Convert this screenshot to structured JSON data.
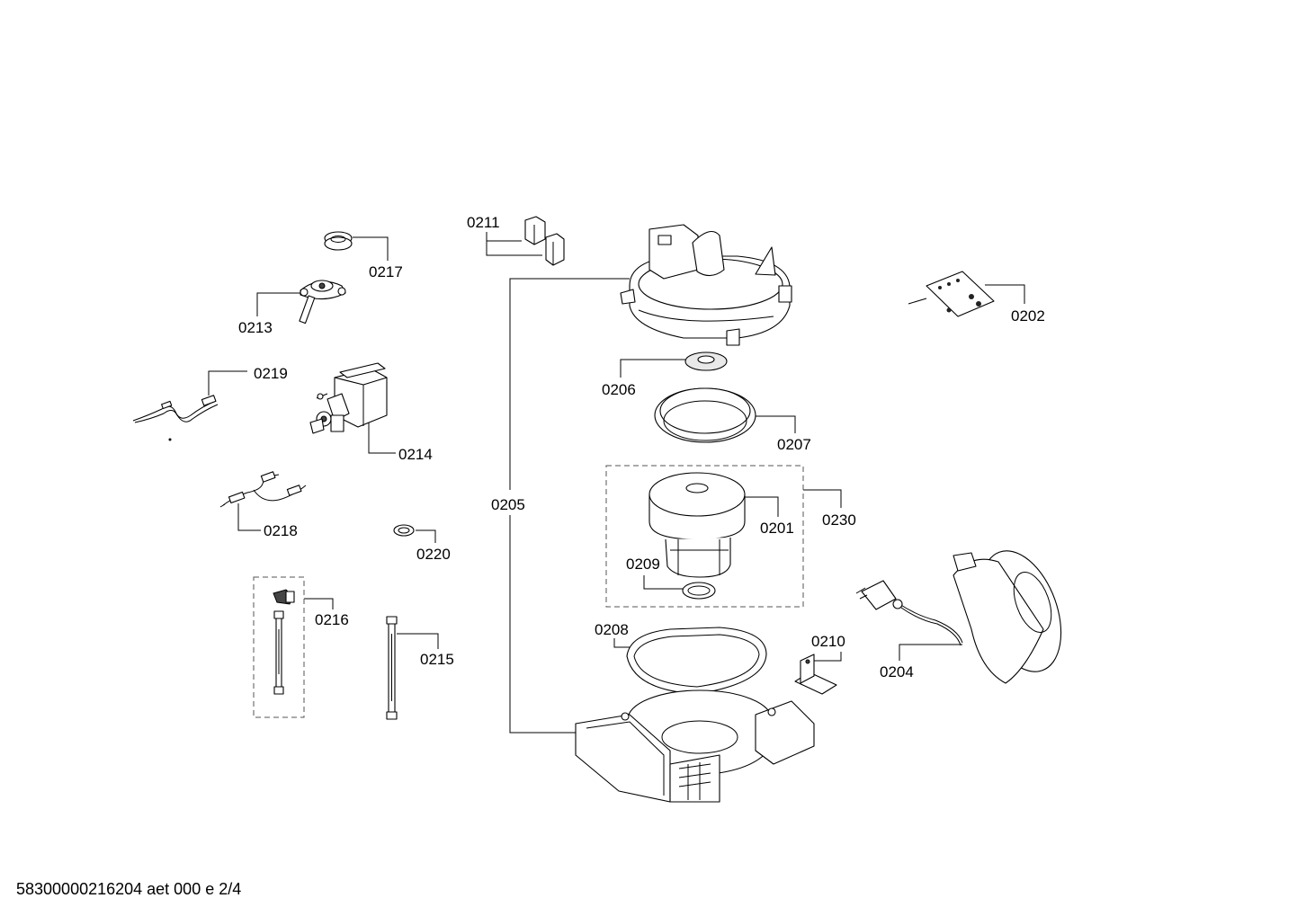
{
  "document_code": "58300000216204 aet 000 e 2/4",
  "parts": {
    "p0201": "0201",
    "p0202": "0202",
    "p0204": "0204",
    "p0205": "0205",
    "p0206": "0206",
    "p0207": "0207",
    "p0208": "0208",
    "p0209": "0209",
    "p0210": "0210",
    "p0211": "0211",
    "p0213": "0213",
    "p0214": "0214",
    "p0215": "0215",
    "p0216": "0216",
    "p0217": "0217",
    "p0218": "0218",
    "p0219": "0219",
    "p0220": "0220",
    "p0230": "0230"
  }
}
